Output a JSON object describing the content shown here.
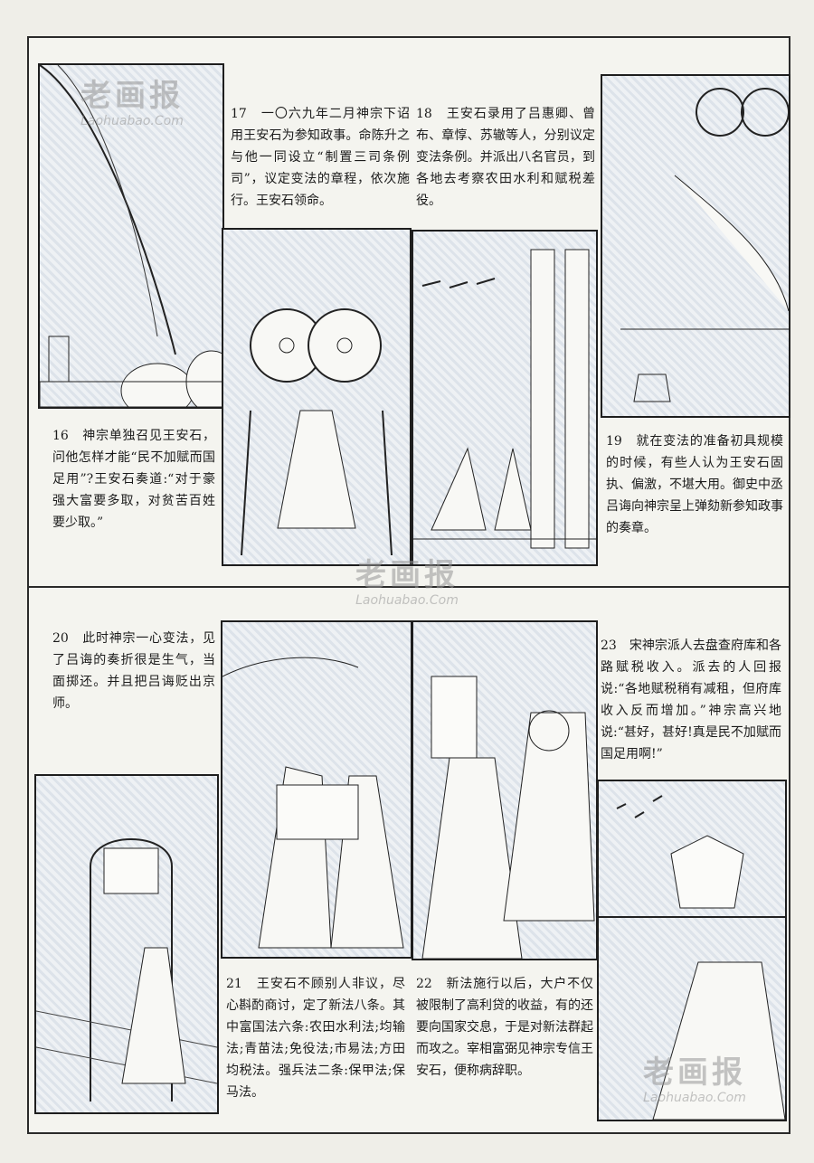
{
  "captions": {
    "c16": "16　神宗单独召见王安石，问他怎样才能“民不加赋而国足用”?王安石奏道:“对于豪强大富要多取，对贫苦百姓要少取。”",
    "c17": "17　一〇六九年二月神宗下诏用王安石为参知政事。命陈升之与他一同设立“制置三司条例司”，议定变法的章程，依次施行。王安石领命。",
    "c18": "18　王安石录用了吕惠卿、曾布、章惇、苏辙等人，分别议定变法条例。并派出八名官员，到各地去考察农田水利和赋税差役。",
    "c19": "19　就在变法的准备初具规模的时候，有些人认为王安石固执、偏激，不堪大用。御史中丞吕诲向神宗呈上弹劾新参知政事的奏章。",
    "c20": "20　此时神宗一心变法，见了吕诲的奏折很是生气，当面掷还。并且把吕诲贬出京师。",
    "c21": "21　王安石不顾别人非议，尽心斟酌商讨，定了新法八条。其中富国法六条:农田水利法;均输法;青苗法;免役法;市易法;方田均税法。强兵法二条:保甲法;保马法。",
    "c22": "22　新法施行以后，大户不仅被限制了高利贷的收益，有的还要向国家交息，于是对新法群起而攻之。宰相富弼见神宗专信王安石，便称病辞职。",
    "c23": "23　宋神宗派人去盘查府库和各路赋税收入。派去的人回报说:“各地赋税稍有减租，但府库收入反而增加。”神宗高兴地说:“甚好，甚好!真是民不加赋而国足用啊!”"
  },
  "watermarks": [
    {
      "big": "老画报",
      "small": "Laohuabao.Com"
    },
    {
      "big": "老画报",
      "small": "Laohuabao.Com"
    },
    {
      "big": "老画报",
      "small": "Laohuabao.Com"
    }
  ],
  "colors": {
    "ink": "#1b1b1b",
    "paper": "#efeee8",
    "tint": "#dde3ea"
  }
}
